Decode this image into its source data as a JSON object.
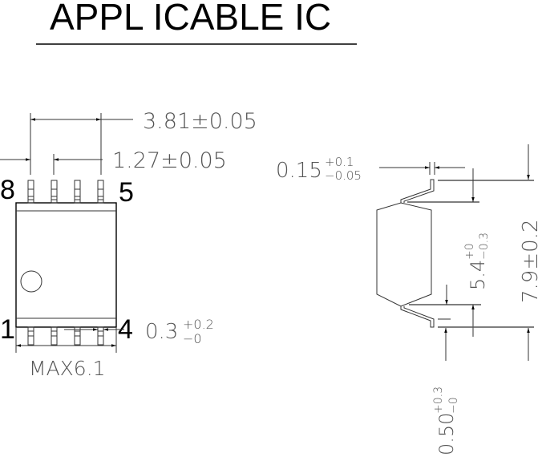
{
  "title": "APPL ICABLE IC",
  "top_view": {
    "pin_labels": {
      "top_left": "8",
      "top_right": "5",
      "bottom_left": "1",
      "bottom_right": "4"
    },
    "dimensions": {
      "pin_span": "3.81±0.05",
      "pin_pitch": "1.27±0.05",
      "pin_width_base": "0.3",
      "pin_width_tol_plus": "+0.2",
      "pin_width_tol_minus": "−0",
      "max_width": "MAX6.1"
    }
  },
  "side_view": {
    "dimensions": {
      "lead_thickness_base": "0.15",
      "lead_thickness_tol_plus": "+0.1",
      "lead_thickness_tol_minus": "−0.05",
      "body_width_base": "5.4",
      "body_width_tol_plus": "+0",
      "body_width_tol_minus": "−0.3",
      "overall_width": "7.9±0.2",
      "lead_length_base": "0.50",
      "lead_length_tol_plus": "+0.3",
      "lead_length_tol_minus": "−0"
    }
  }
}
